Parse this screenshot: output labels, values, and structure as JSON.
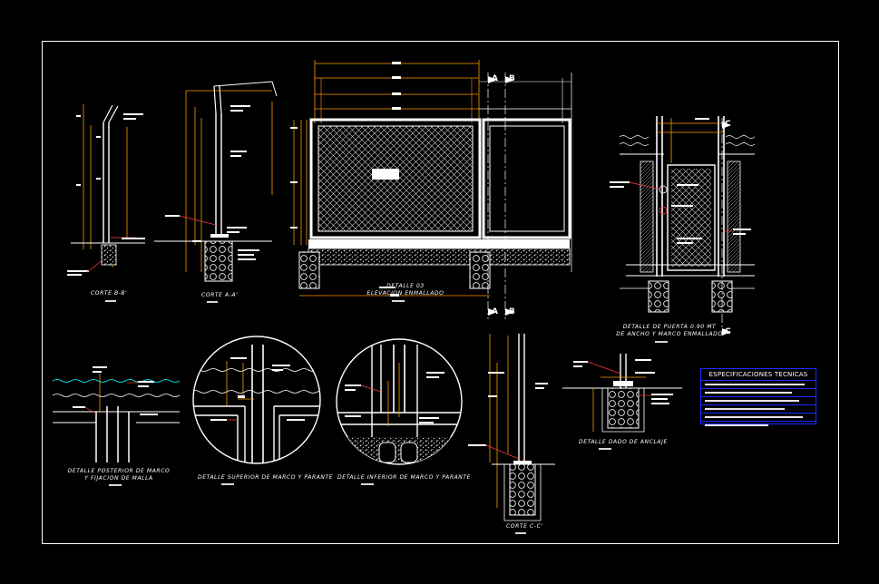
{
  "drawing": {
    "details": [
      {
        "id": "corte-b",
        "title": "CORTE B-B'"
      },
      {
        "id": "corte-a",
        "title": "CORTE A-A'"
      },
      {
        "id": "elevacion",
        "title": "DETALLE 03",
        "subtitle": "ELEVACION ENMALLADO"
      },
      {
        "id": "puerta",
        "title": "DETALLE DE PUERTA 0.90 MT",
        "subtitle": "DE ANCHO Y MARCO ENMALLADO"
      },
      {
        "id": "posterior",
        "title": "DETALLE POSTERIOR DE MARCO",
        "subtitle": "Y FIJACION DE MALLA"
      },
      {
        "id": "superior",
        "title": "DETALLE SUPERIOR DE MARCO Y PARANTE"
      },
      {
        "id": "inferior",
        "title": "DETALLE INFERIOR DE MARCO Y PARANTE"
      },
      {
        "id": "corte-c",
        "title": "CORTE C-C'"
      },
      {
        "id": "dado",
        "title": "DETALLE DADO DE ANCLAJE"
      }
    ],
    "section_marks": {
      "a": "A",
      "b": "B",
      "c": "C"
    },
    "specs": {
      "title": "ESPECIFICACIONES TECNICAS",
      "rows": 6
    }
  },
  "colors": {
    "background": "#000000",
    "lines": "#ffffff",
    "dimensions": "#ff9900",
    "leaders": "#ff3b3b",
    "water": "#00ffff",
    "table_border": "#1a2cff"
  }
}
